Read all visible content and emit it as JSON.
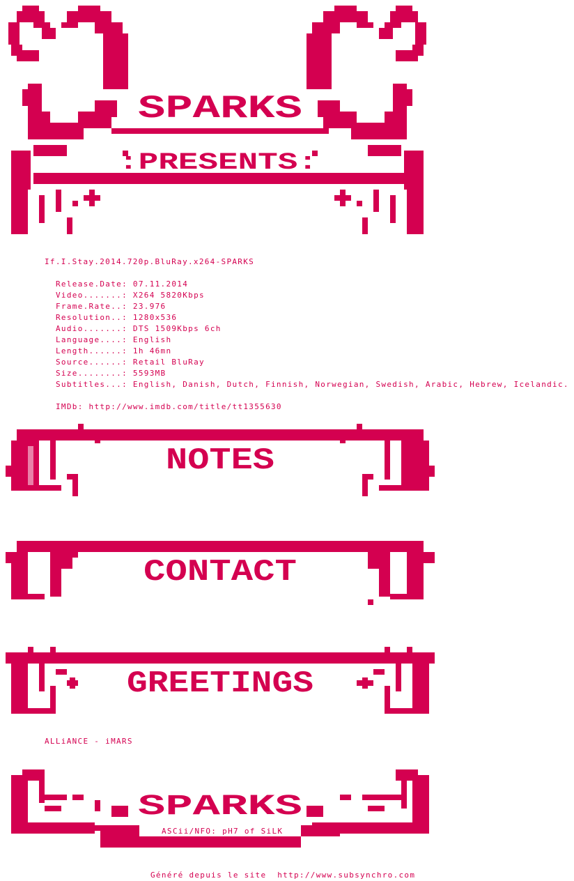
{
  "colors": {
    "accent": "#d40050",
    "background": "#ffffff"
  },
  "logo": {
    "top_title": "SPARKS",
    "subtitle": ":PRESENTS:",
    "bottom_title": "SPARKS"
  },
  "release_name": "If.I.Stay.2014.720p.BluRay.x264-SPARKS",
  "info": [
    {
      "label": "Release.Date: ",
      "value": "07.11.2014"
    },
    {
      "label": "Video.......: ",
      "value": "X264 5820Kbps"
    },
    {
      "label": "Frame.Rate..: ",
      "value": "23.976"
    },
    {
      "label": "Resolution..: ",
      "value": "1280x536"
    },
    {
      "label": "Audio.......: ",
      "value": "DTS 1509Kbps 6ch"
    },
    {
      "label": "Language....: ",
      "value": "English"
    },
    {
      "label": "Length......: ",
      "value": "1h 46mn"
    },
    {
      "label": "Source......: ",
      "value": "Retail BluRay"
    },
    {
      "label": "Size........: ",
      "value": "5593MB"
    },
    {
      "label": "Subtitles...: ",
      "value": "English, Danish, Dutch, Finnish, Norwegian, Swedish, Arabic, Hebrew, Icelandic."
    }
  ],
  "imdb": {
    "label": "IMDb: ",
    "url": "http://www.imdb.com/title/tt1355630"
  },
  "sections": {
    "notes": "NOTES",
    "contact": "CONTACT",
    "greetings": "GREETINGS"
  },
  "greetings_text": "ALLiANCE - iMARS",
  "credit": "ASCii/NFO: pH7 of SiLK",
  "footer": {
    "text": "Généré depuis le site  ",
    "url": "http://www.subsynchro.com"
  }
}
